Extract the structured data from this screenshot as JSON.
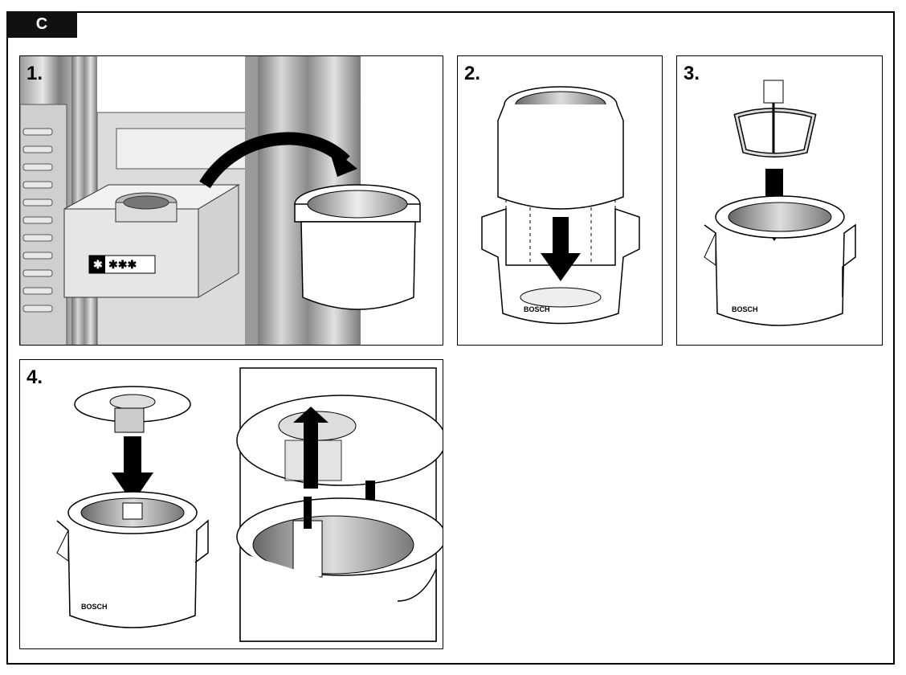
{
  "section": {
    "label": "C"
  },
  "steps": [
    {
      "label": "1."
    },
    {
      "label": "2."
    },
    {
      "label": "3."
    },
    {
      "label": "4."
    }
  ],
  "brand": {
    "text": "BOSCH"
  },
  "freezer": {
    "star_rating": "✱ ✱✱✱"
  }
}
